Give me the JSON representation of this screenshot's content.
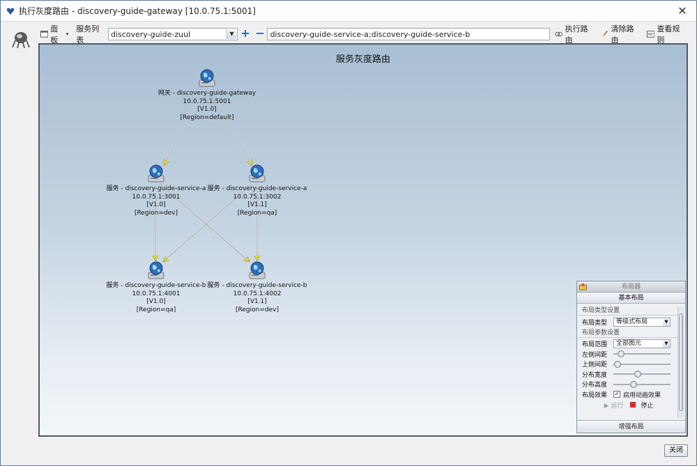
{
  "window": {
    "title": "执行灰度路由 - discovery-guide-gateway [10.0.75.1:5001]",
    "close_glyph": "✕"
  },
  "toolbar": {
    "panel_label": "面板",
    "service_list_label": "服务列表",
    "service_selected": "discovery-guide-zuul",
    "route_input_value": "discovery-guide-service-a;discovery-guide-service-b",
    "execute_label": "执行路由",
    "clear_label": "清除路由",
    "view_rules_label": "查看规则"
  },
  "canvas": {
    "title": "服务灰度路由",
    "nodes": [
      {
        "name": "网关 - discovery-guide-gateway",
        "address": "10.0.75.1:5001",
        "version": "[V1.0]",
        "region": "[Region=default]"
      },
      {
        "name": "服务 - discovery-guide-service-a",
        "address": "10.0.75.1:3001",
        "version": "[V1.0]",
        "region": "[Region=dev]"
      },
      {
        "name": "服务 - discovery-guide-service-a",
        "address": "10.0.75.1:3002",
        "version": "[V1.1]",
        "region": "[Region=qa]"
      },
      {
        "name": "服务 - discovery-guide-service-b",
        "address": "10.0.75.1:4001",
        "version": "[V1.0]",
        "region": "[Region=qa]"
      },
      {
        "name": "服务 - discovery-guide-service-b",
        "address": "10.0.75.1:4002",
        "version": "[V1.1]",
        "region": "[Region=dev]"
      }
    ]
  },
  "layout_panel": {
    "title": "布局器",
    "basic_tab": "基本布局",
    "type_section": "布局类型设置",
    "type_label": "布局类型",
    "type_value": "等级式布局",
    "param_section": "布局参数设置",
    "range_label": "布局范围",
    "range_value": "全部图元",
    "sliders": [
      {
        "label": "左侧间距",
        "value": 0.08
      },
      {
        "label": "上侧间距",
        "value": 0.02
      },
      {
        "label": "分布宽度",
        "value": 0.41
      },
      {
        "label": "分布高度",
        "value": 0.33
      }
    ],
    "effect_label": "布局效果",
    "animation_label": "启用动画效果",
    "animation_checked": true,
    "run_label": "运行",
    "stop_label": "停止",
    "enhanced_tab": "增强布局"
  },
  "footer": {
    "close_label": "关闭"
  },
  "colors": {
    "edge": "#d9d9d9",
    "arrow": "#f3e628",
    "stop": "#d92b2b"
  }
}
